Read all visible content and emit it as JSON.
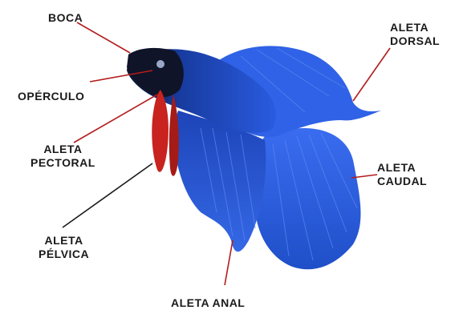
{
  "diagram": {
    "labels": {
      "boca": "BOCA",
      "aleta_dorsal": "ALETA\nDORSAL",
      "operculo": "OPÉRCULO",
      "aleta_pectoral": "ALETA\nPECTORAL",
      "aleta_caudal": "ALETA\nCAUDAL",
      "aleta_pelvica": "ALETA\nPÉLVICA",
      "aleta_anal": "ALETA ANAL"
    },
    "colors": {
      "background": "#ffffff",
      "label_text": "#1a1a1a",
      "leader_line": "#b21c1c",
      "pelvic_leader": "#1a1a1a",
      "body_blue": "#1c4fd0",
      "fin_blue": "#2e62e8",
      "head_dark": "#101426",
      "pectoral_red": "#c8231f"
    },
    "figure": "betta-fish-illustration"
  }
}
